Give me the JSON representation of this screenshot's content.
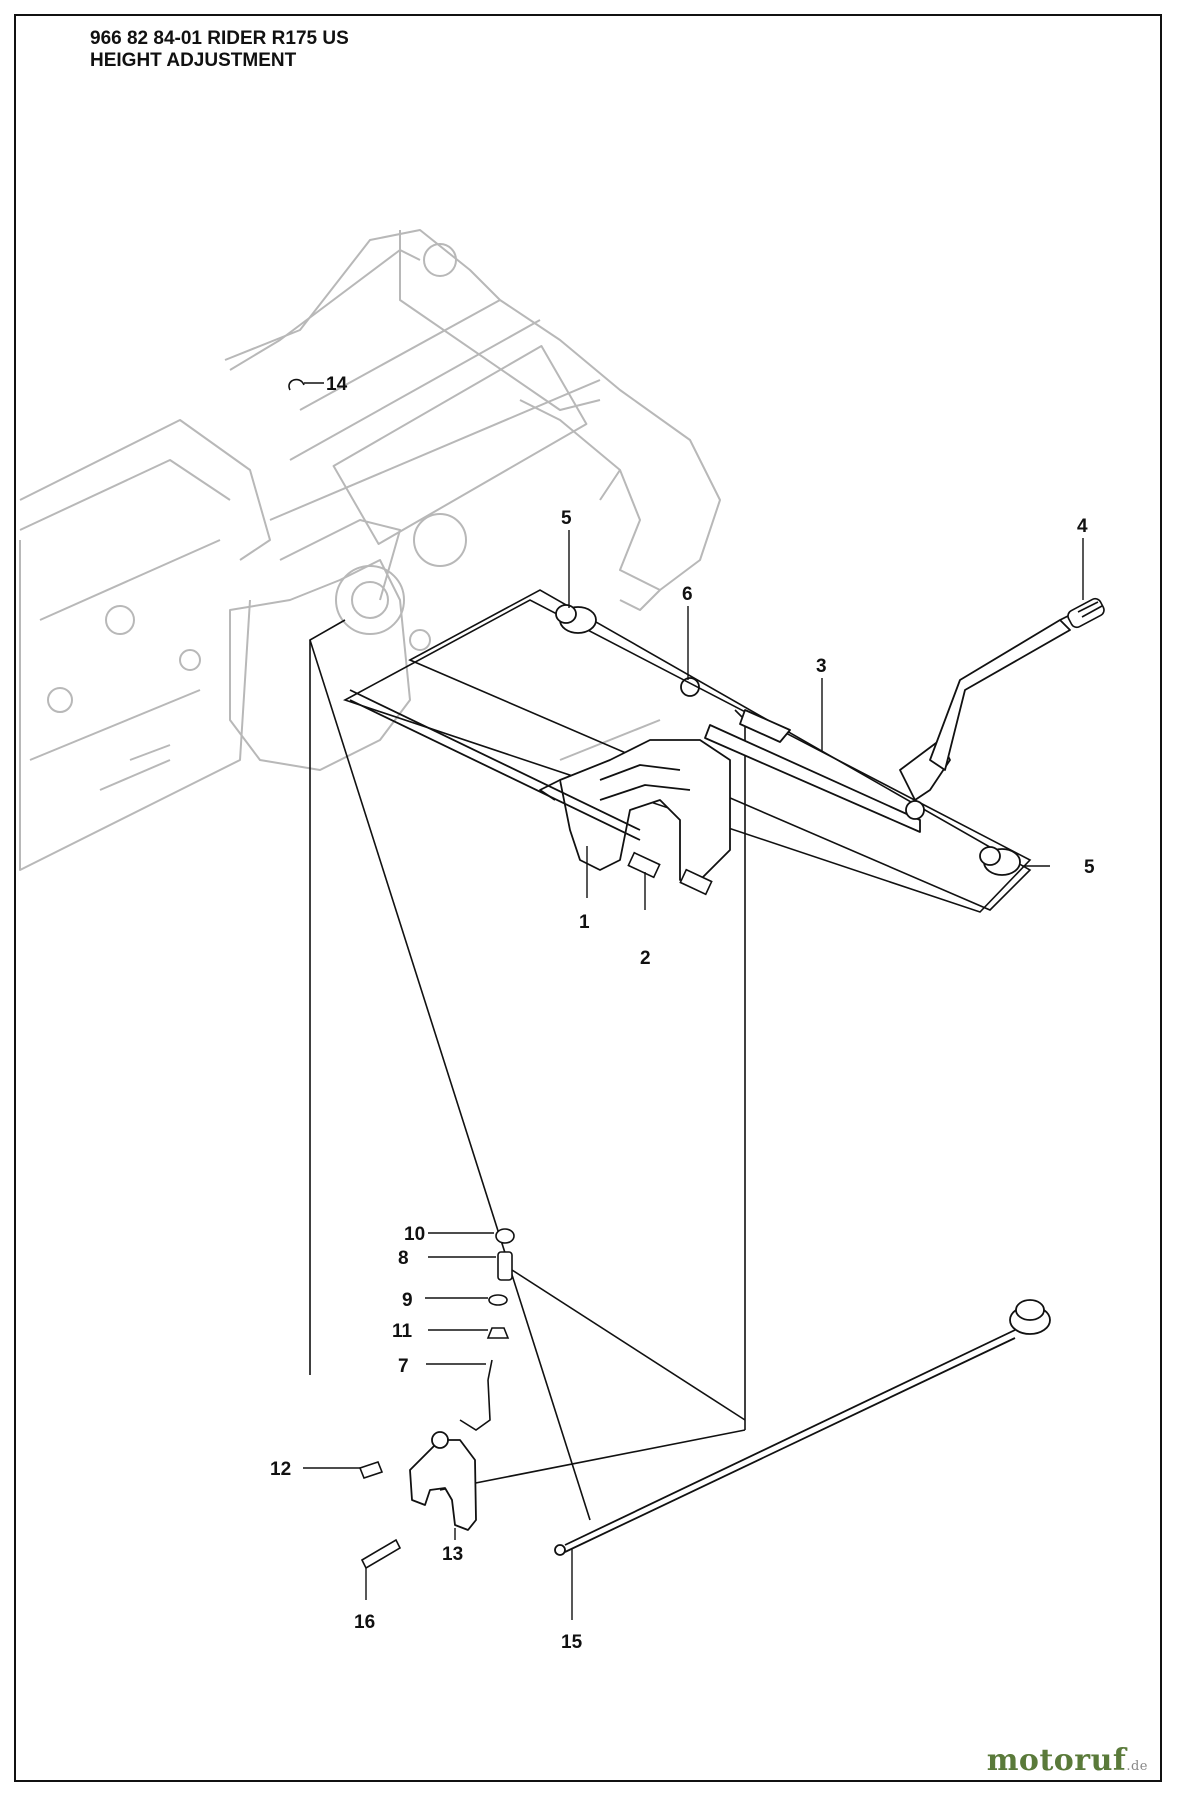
{
  "header": {
    "line1": "966 82 84-01 RIDER R175 US",
    "line2": "HEIGHT ADJUSTMENT"
  },
  "callouts": [
    {
      "id": "c1",
      "label": "1"
    },
    {
      "id": "c2",
      "label": "2"
    },
    {
      "id": "c3",
      "label": "3"
    },
    {
      "id": "c4",
      "label": "4"
    },
    {
      "id": "c5a",
      "label": "5"
    },
    {
      "id": "c5b",
      "label": "5"
    },
    {
      "id": "c6",
      "label": "6"
    },
    {
      "id": "c7",
      "label": "7"
    },
    {
      "id": "c8",
      "label": "8"
    },
    {
      "id": "c9",
      "label": "9"
    },
    {
      "id": "c10",
      "label": "10"
    },
    {
      "id": "c11",
      "label": "11"
    },
    {
      "id": "c12",
      "label": "12"
    },
    {
      "id": "c13",
      "label": "13"
    },
    {
      "id": "c14",
      "label": "14"
    },
    {
      "id": "c15",
      "label": "15"
    },
    {
      "id": "c16",
      "label": "16"
    }
  ],
  "watermark": {
    "brand": "motoruf",
    "suffix": ".de"
  },
  "colors": {
    "line": "#111111",
    "ghost": "#b8b8b8",
    "brand": "#5a7a3a"
  }
}
